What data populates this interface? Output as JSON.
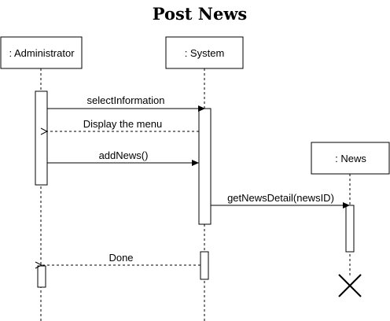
{
  "diagram": {
    "title": "Post News",
    "participants": [
      {
        "id": "admin",
        "label": ": Administrator"
      },
      {
        "id": "system",
        "label": ": System"
      },
      {
        "id": "news",
        "label": ": News"
      }
    ],
    "messages": [
      {
        "from": "admin",
        "to": "system",
        "label": "selectInformation",
        "kind": "call"
      },
      {
        "from": "system",
        "to": "admin",
        "label": "Display the menu",
        "kind": "return"
      },
      {
        "from": "admin",
        "to": "system",
        "label": "addNews()",
        "kind": "call"
      },
      {
        "from": "system",
        "to": "news",
        "label": "getNewsDetail(newsID)",
        "kind": "call"
      },
      {
        "from": "system",
        "to": "admin",
        "label": "Done",
        "kind": "return"
      }
    ],
    "destroyed": "news"
  }
}
